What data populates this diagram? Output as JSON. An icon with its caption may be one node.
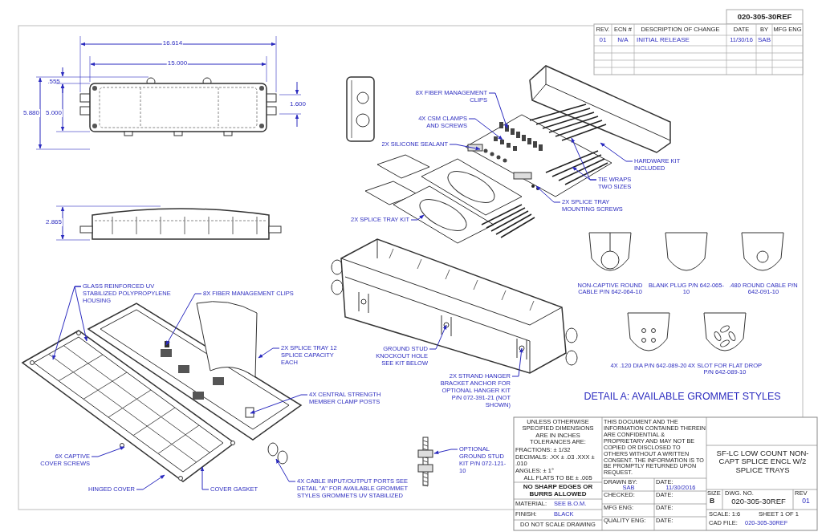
{
  "diagram": {
    "nodes": [
      {
        "text": [
          "8X FIBER MANAGEMENT CLIPS"
        ]
      },
      {
        "text": [
          "4X CSM CLAMPS AND SCREWS"
        ]
      },
      {
        "text": [
          "2X SILICONE SEALANT"
        ]
      },
      {
        "text": [
          "HARDWARE KIT INCLUDED"
        ]
      },
      {
        "text": [
          "TIE WRAPS TWO SIZES"
        ]
      },
      {
        "text": [
          "2X SPLICE TRAY MOUNTING SCREWS"
        ]
      },
      {
        "text": [
          "2X SPLICE TRAY KIT"
        ]
      },
      {
        "text": [
          "GLASS REINFORCED UV STABILIZED POLYPROPYLENE HOUSING"
        ]
      },
      {
        "text": [
          "8X FIBER MANAGEMENT CLIPS"
        ]
      },
      {
        "text": [
          "2X SPLICE TRAY 12 SPLICE CAPACITY EACH"
        ]
      },
      {
        "text": [
          "4X CENTRAL STRENGTH MEMBER CLAMP POSTS"
        ]
      },
      {
        "text": [
          "6X CAPTIVE COVER SCREWS"
        ]
      },
      {
        "text": [
          "HINGED COVER"
        ]
      },
      {
        "text": [
          "COVER GASKET"
        ]
      },
      {
        "text": [
          "4X CABLE INPUT/OUTPUT PORTS SEE DETAIL \"A\" FOR AVAILABLE GROMMET STYLES GROMMETS UV STABILIZED"
        ]
      },
      {
        "text": [
          "GROUND STUD KNOCKOUT HOLE SEE KIT BELOW"
        ]
      },
      {
        "text": [
          "2X STRAND HANGER BRACKET ANCHOR FOR OPTIONAL HANGER KIT P/N 072-391-21 (NOT SHOWN)"
        ]
      },
      {
        "text": [
          "OPTIONAL GROUND STUD KIT P/N 072-121-10"
        ]
      },
      {
        "text": [],
        "shape": "picture"
      }
    ],
    "edges": [
      {
        "from": 0,
        "to": null,
        "arrow": "to"
      },
      {
        "from": 1,
        "to": null,
        "arrow": "to"
      },
      {
        "from": 2,
        "to": null,
        "arrow": "to"
      },
      {
        "from": 3,
        "to": null,
        "arrow": "to"
      },
      {
        "from": 4,
        "to": null,
        "arrow": "to"
      },
      {
        "from": 4,
        "to": null,
        "arrow": "to"
      },
      {
        "from": 5,
        "to": null,
        "arrow": "to"
      },
      {
        "from": 6,
        "to": null,
        "arrow": "to"
      },
      {
        "from": 7,
        "to": null,
        "arrow": "to"
      },
      {
        "from": 7,
        "to": null,
        "arrow": "to"
      },
      {
        "from": 8,
        "to": null,
        "arrow": "to"
      },
      {
        "from": 9,
        "to": null,
        "arrow": "to"
      },
      {
        "from": 10,
        "to": null,
        "arrow": "to"
      },
      {
        "from": 11,
        "to": null,
        "arrow": "to"
      },
      {
        "from": 12,
        "to": null,
        "arrow": "to"
      },
      {
        "from": 13,
        "to": null,
        "arrow": "to"
      },
      {
        "from": 14,
        "to": null,
        "arrow": "to"
      },
      {
        "from": 15,
        "to": null,
        "arrow": "to"
      },
      {
        "from": 16,
        "to": null,
        "arrow": "to"
      },
      {
        "from": 17,
        "to": 18,
        "arrow": "to"
      }
    ],
    "labels": [
      "16.614",
      "15.000",
      ".555",
      "5.880",
      "5.000",
      "1.600",
      "2.865",
      "NON-CAPTIVE ROUND CABLE P/N 642-064-10",
      "BLANK PLUG P/N 642-065-10",
      ".480 ROUND CABLE P/N 642-091-10",
      "4X .120 DIA P/N 642-089-20",
      "4X SLOT FOR FLAT DROP P/N 642-089-10",
      "DETAIL A: AVAILABLE GROMMET STYLES",
      "020-305-30REF",
      "REV.",
      "ECN #",
      "DESCRIPTION OF CHANGE",
      "DATE",
      "BY",
      "MFG ENG",
      "01",
      "N/A",
      "INITIAL RELEASE",
      "11/30/16",
      "SAB",
      "UNLESS OTHERWISE SPECIFIED DIMENSIONS ARE IN INCHES TOLERANCES ARE:",
      "FRACTIONS: ± 1/32",
      "DECIMALS: .XX ± .03 .XXX ± .010",
      "ANGLES: ± 1°",
      "ALL FLATS TO BE ± .005",
      "NO SHARP EDGES OR BURRS ALLOWED",
      "MATERIAL:",
      "SEE B.O.M.",
      "FINISH:",
      "BLACK",
      "DO NOT SCALE DRAWING",
      "THIS DOCUMENT AND THE INFORMATION CONTAINED THEREIN ARE CONFIDENTIAL & PROPRIETARY AND MAY NOT BE COPIED OR DISCLOSED TO OTHERS WITHOUT A WRITTEN CONSENT. THE INFORMATION IS TO BE PROMPTLY RETURNED UPON REQUEST.",
      "DRAWN BY:",
      "SAB",
      "DATE:",
      "11/30/2016",
      "CHECKED:",
      "DATE:",
      "MFG ENG:",
      "DATE:",
      "QUALITY ENG:",
      "DATE:",
      "SF-LC LOW COUNT NON-CAPT SPLICE ENCL W/2 SPLICE TRAYS",
      "SIZE",
      "B",
      "DWG. NO.",
      "020-305-30REF",
      "REV",
      "01",
      "SCALE: 1:6",
      "CAD FILE:",
      "020-305-30REF",
      "SHEET 1 OF 1"
    ]
  }
}
